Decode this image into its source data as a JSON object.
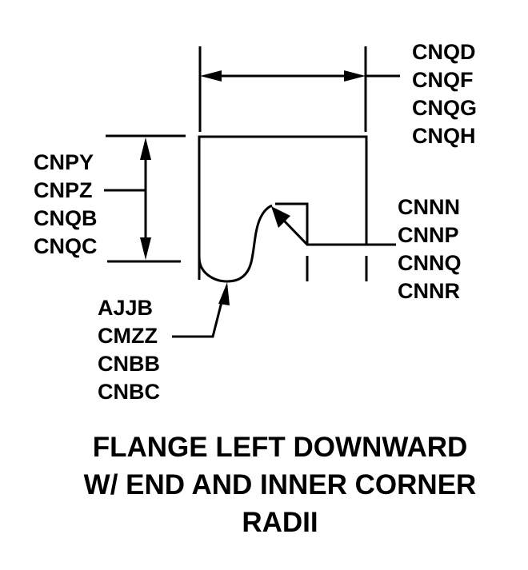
{
  "diagram": {
    "title_lines": [
      "FLANGE LEFT DOWNWARD",
      " W/ END AND INNER CORNER",
      "RADII"
    ],
    "width_codes": [
      "CNQD",
      "CNQF",
      "CNQG",
      "CNQH"
    ],
    "height_codes": [
      "CNPY",
      "CNPZ",
      "CNQB",
      "CNQC"
    ],
    "inner_radius_codes": [
      "CNNN",
      "CNNP",
      "CNNQ",
      "CNNR"
    ],
    "end_radius_codes": [
      "AJJB",
      "CMZZ",
      "CNBB",
      "CNBC"
    ],
    "line_color": "#000000",
    "background_color": "#ffffff"
  }
}
